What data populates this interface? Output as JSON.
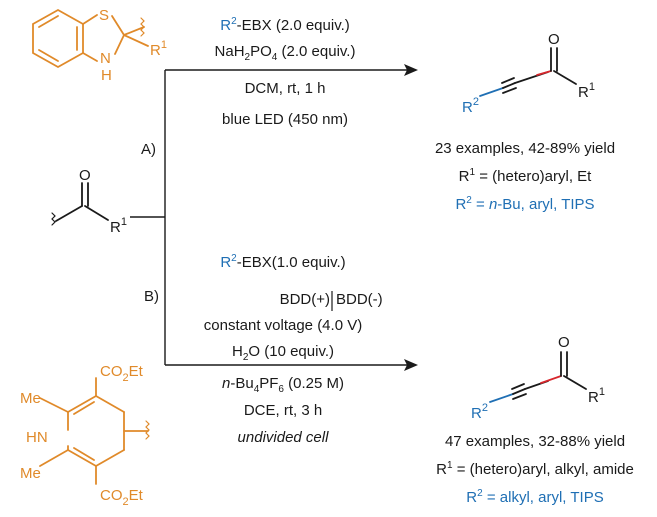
{
  "colors": {
    "ink": "#1a1a1a",
    "accent_blue": "#1f6fb4",
    "substrate_orange": "#e08a2a",
    "new_bond_red": "#d7262c"
  },
  "atoms": {
    "S": "S",
    "N": "N",
    "H": "H",
    "R": "R",
    "one": "1",
    "two": "2",
    "O": "O",
    "Me": "Me",
    "HN": "HN",
    "CO2Et_a": "CO",
    "CO2Et_b": "2",
    "CO2Et_c": "Et"
  },
  "route_a": {
    "label": "A)",
    "reagent_r": "R",
    "reagent_sup": "2",
    "reagent_rest": "-EBX (2.0 equiv.)",
    "additive_a": "NaH",
    "additive_sub1": "2",
    "additive_b": "PO",
    "additive_sub2": "4",
    "additive_c": " (2.0 equiv.)",
    "conditions": "DCM, rt, 1 h",
    "light": "blue LED (450 nm)",
    "scope": "23 examples, 42-89% yield",
    "r1_a": "R",
    "r1_sup": "1",
    "r1_b": " = (hetero)aryl, Et",
    "r2_a": "R",
    "r2_sup": "2",
    "r2_b": " = ",
    "r2_nbu_n": "n",
    "r2_c": "-Bu, aryl, TIPS"
  },
  "route_b": {
    "label": "B)",
    "reagent_r": "R",
    "reagent_sup": "2",
    "reagent_rest": "-EBX(1.0 equiv.)",
    "electrodes_left": "BDD(+)",
    "electrodes_right": "BDD(-)",
    "voltage": "constant voltage (4.0 V)",
    "water_a": "H",
    "water_sub": "2",
    "water_b": "O (10 equiv.)",
    "electrolyte_n": "n",
    "electrolyte_a": "-Bu",
    "electrolyte_sub1": "4",
    "electrolyte_b": "PF",
    "electrolyte_sub2": "6",
    "electrolyte_c": " (0.25 M)",
    "conditions": "DCE, rt, 3 h",
    "cell": "undivided cell",
    "scope": "47 examples, 32-88% yield",
    "r1_a": "R",
    "r1_sup": "1",
    "r1_b": " = (hetero)aryl, alkyl, amide",
    "r2_a": "R",
    "r2_sup": "2",
    "r2_b": " = alkyl, aryl, TIPS"
  }
}
